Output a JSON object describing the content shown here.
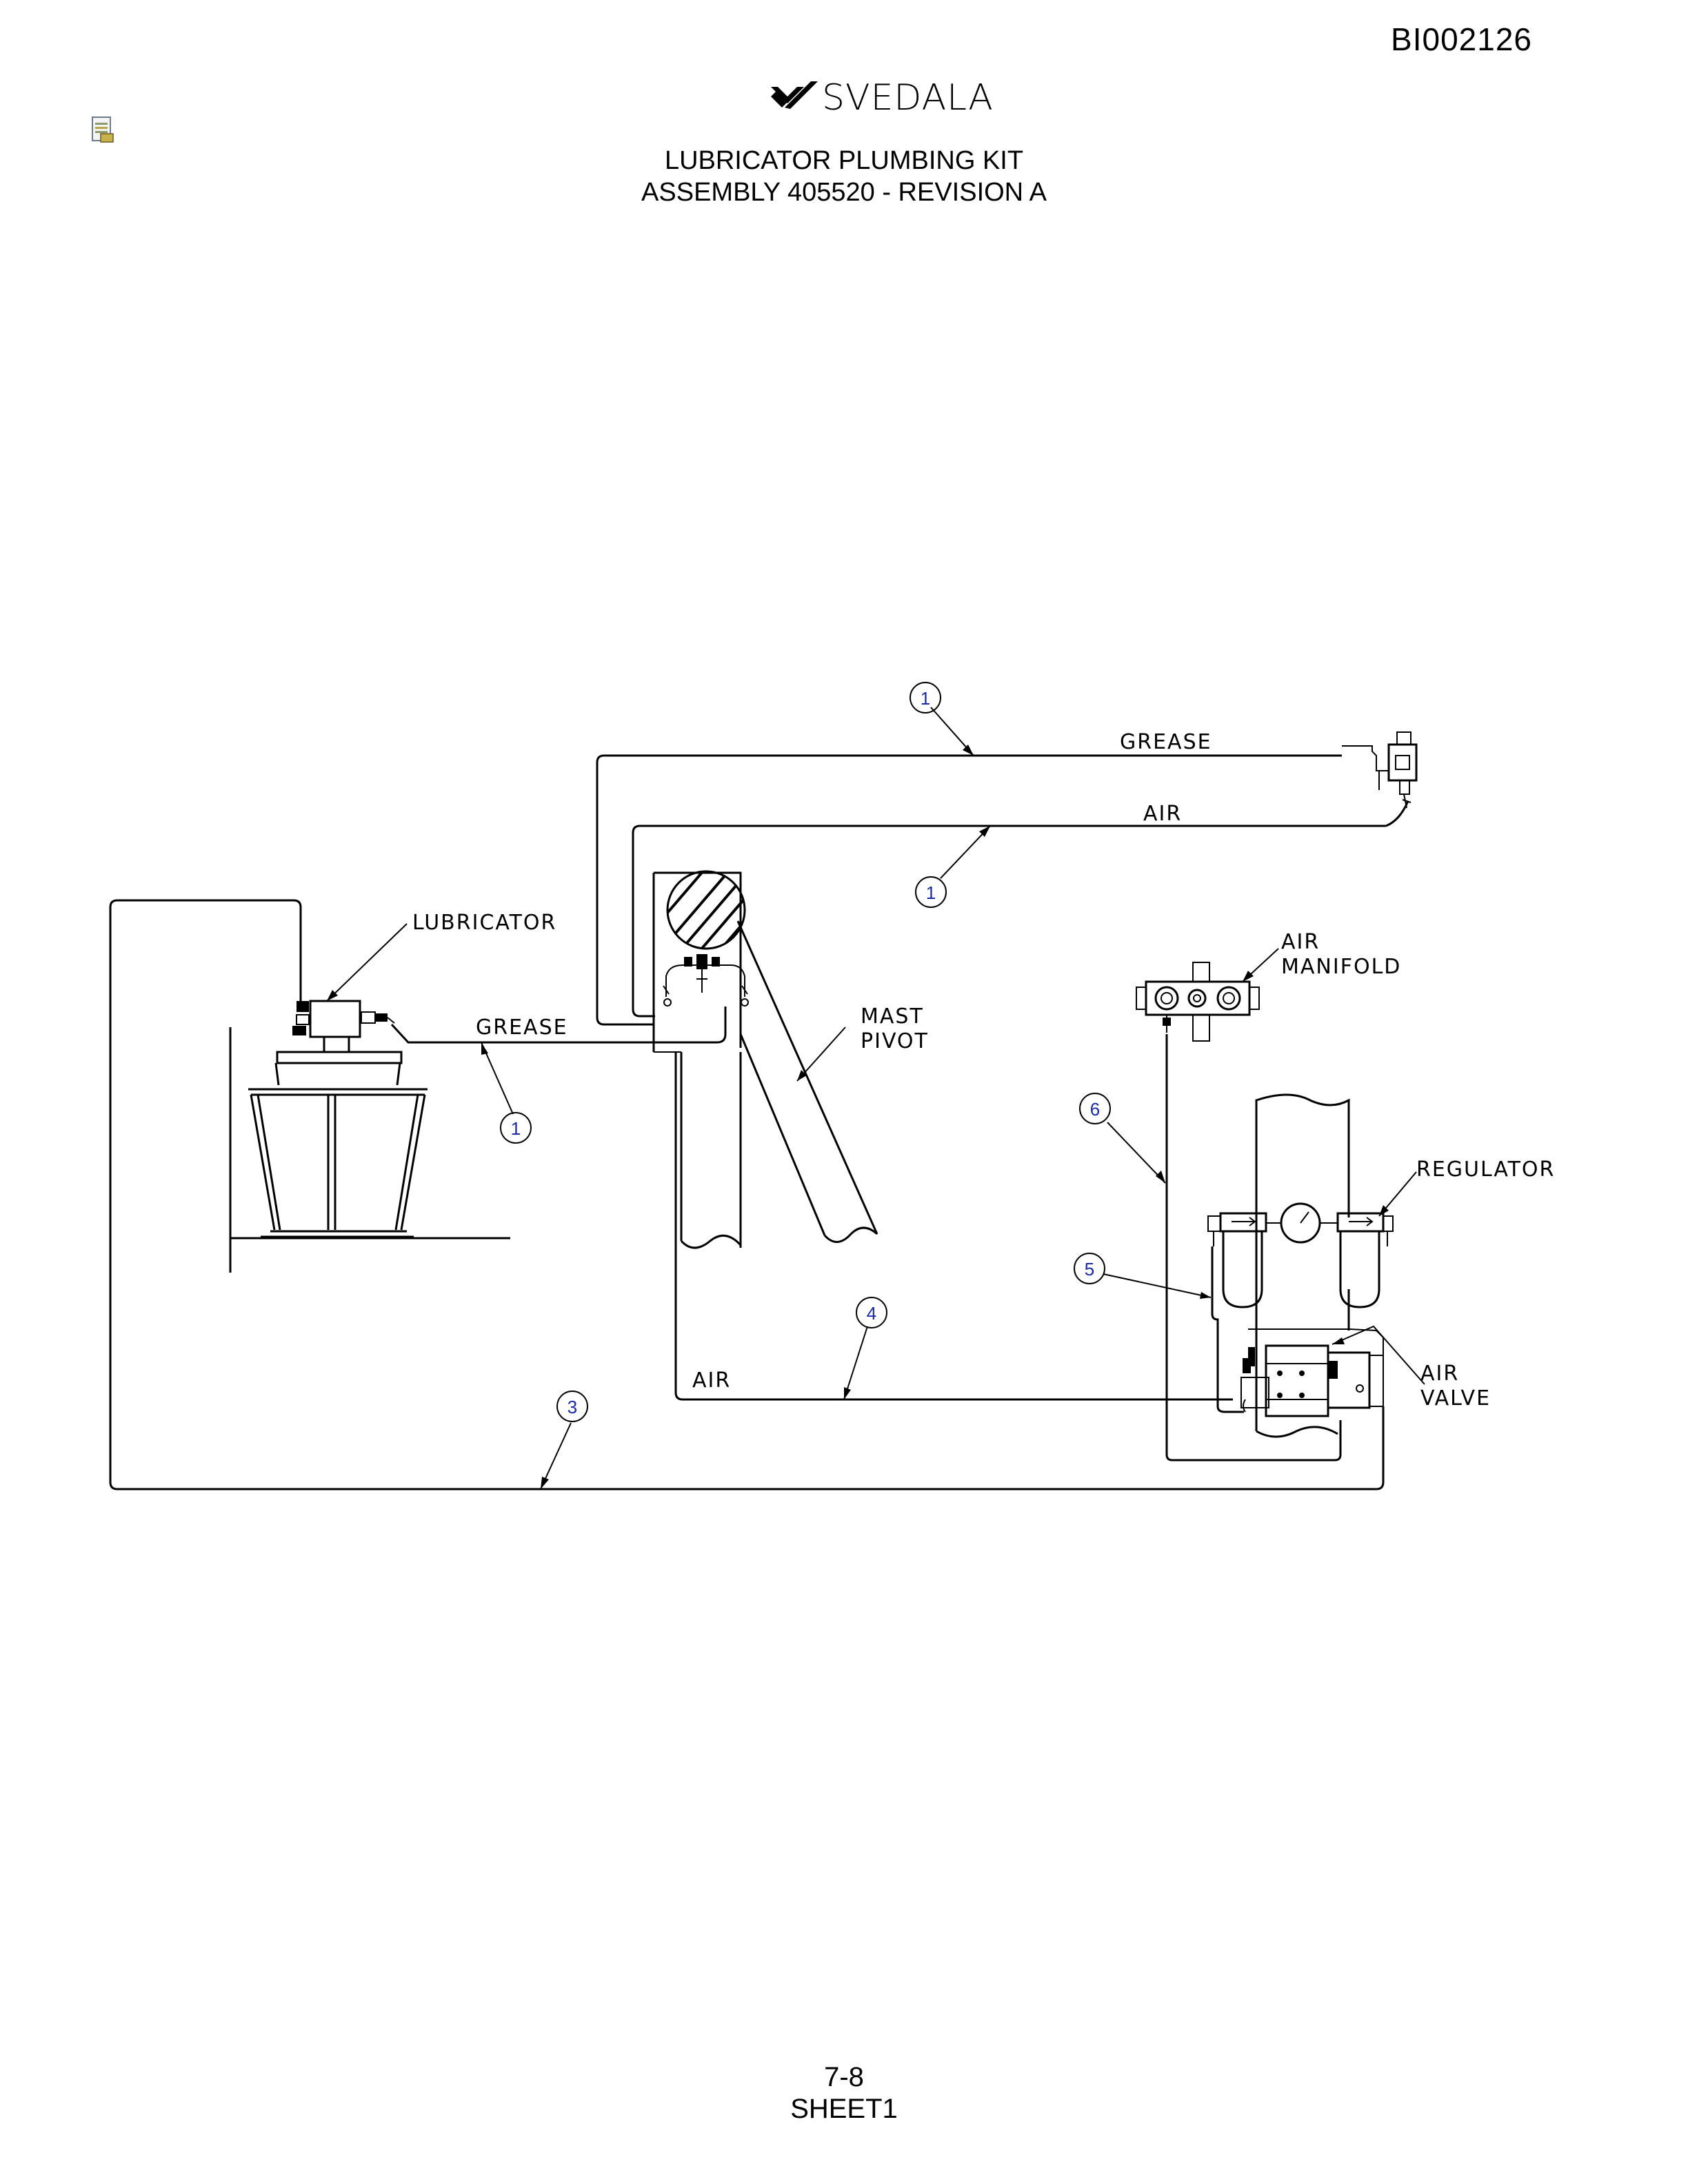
{
  "document_id": "BI002126",
  "logo": {
    "brand": "SVEDALA",
    "icon": "svedala-logo-icon"
  },
  "header_icon": "document-icon",
  "title": {
    "line1": "LUBRICATOR PLUMBING KIT",
    "line2": "ASSEMBLY 405520 - REVISION A"
  },
  "labels": {
    "grease_top": "GREASE",
    "air_top": "AIR",
    "lubricator": "LUBRICATOR",
    "grease_left": "GREASE",
    "mast_line1": "MAST",
    "mast_line2": "PIVOT",
    "air_manifold_line1": "AIR",
    "air_manifold_line2": "MANIFOLD",
    "regulator": "REGULATOR",
    "air_valve_line1": "AIR",
    "air_valve_line2": "VALVE",
    "air_bottom": "AIR"
  },
  "callouts": {
    "c1a": "1",
    "c1b": "1",
    "c1c": "1",
    "c3": "3",
    "c4": "4",
    "c5": "5",
    "c6": "6"
  },
  "footer": {
    "page": "7-8",
    "sheet": "SHEET1"
  }
}
